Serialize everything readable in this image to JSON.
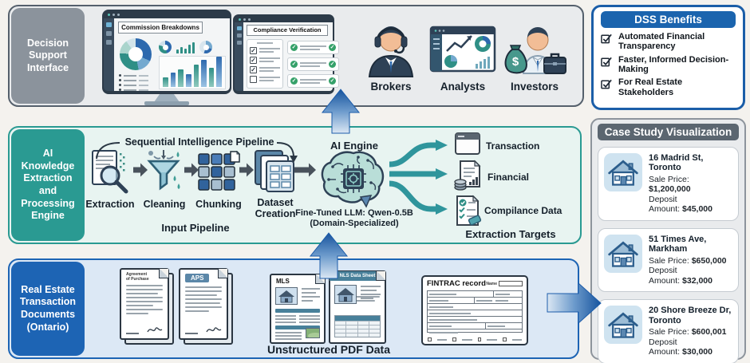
{
  "colors": {
    "band_top_label": "#8b939c",
    "band_mid_label": "#2a9a92",
    "band_bot_label": "#1d64b4",
    "dss_header": "#1b64ae",
    "case_header": "#5b6670",
    "flow_arrow_blue": "#1c5caa",
    "pipeline_arrow_dark": "#49525c",
    "target_arrow_teal": "#2f959c",
    "check_green": "#35a169"
  },
  "decision_support": {
    "label": "Decision Support Interface",
    "dashboard_commission_title": "Commission Breakdowns",
    "dashboard_compliance_title": "Compliance Verification",
    "users": [
      {
        "label": "Brokers"
      },
      {
        "label": "Analysts"
      },
      {
        "label": "Investors"
      }
    ]
  },
  "dss_benefits": {
    "title": "DSS Benefits",
    "items": [
      "Automated Financial Transparency",
      "Faster, Informed Decision-Making",
      "For Real Estate Stakeholders"
    ]
  },
  "ai_band": {
    "label": "AI Knowledge Extraction and Processing Engine",
    "pipeline_title": "Sequential Intelligence Pipeline",
    "steps": [
      "Extraction",
      "Cleaning",
      "Chunking",
      "Dataset Creation"
    ],
    "input_label": "Input Pipeline",
    "engine_title": "AI Engine",
    "model_line1": "Fine-Tuned LLM: Qwen-0.5B",
    "model_line2": "(Domain-Specialized)",
    "targets": [
      "Transaction",
      "Financial",
      "Compilance Data"
    ],
    "targets_label": "Extraction Targets"
  },
  "documents_band": {
    "label": "Real Estate Transaction Documents (Ontario)",
    "doc_agreement_title": "Agreement of Purchase",
    "doc_aps_tag": "APS",
    "doc_mls_title": "MLS",
    "doc_nls_title": "NLS Data Sheet",
    "doc_fintrac_title": "FINTRAC record",
    "fintrac_name_label": "Name",
    "caption": "Unstructured PDF Data"
  },
  "case_study": {
    "title": "Case Study Visualization",
    "properties": [
      {
        "address_line1": "16 Madrid St,",
        "address_line2": "Toronto",
        "price_label": "Sale Price:",
        "price": "$1,200,000",
        "deposit_label1": "Deposit",
        "deposit_label2": "Amount:",
        "deposit": "$45,000"
      },
      {
        "address_line1": "51 Times Ave,",
        "address_line2": "Markham",
        "price_label": "Sale Price:",
        "price": "$650,000",
        "deposit_label1": "Deposit",
        "deposit_label2": "Amount:",
        "deposit": "$32,000"
      },
      {
        "address_line1": "20 Shore Breeze Dr,",
        "address_line2": "Toronto",
        "price_label": "Sale Price:",
        "price": "$600,001",
        "deposit_label1": "Deposit",
        "deposit_label2": "Amount:",
        "deposit": "$30,000"
      }
    ]
  }
}
